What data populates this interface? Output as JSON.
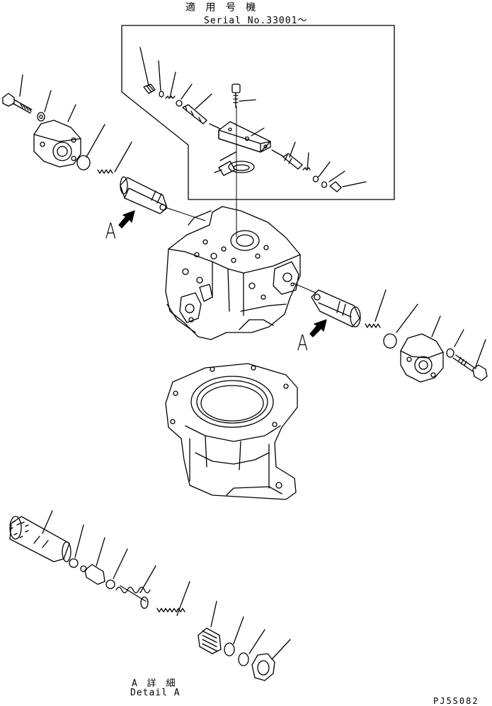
{
  "header": {
    "applicable_jp": "適 用 号 機",
    "serial": "Serial No.33001～"
  },
  "view_labels": {
    "left": "A",
    "right": "A"
  },
  "detail": {
    "jp": "A 詳 細",
    "en": "Detail A"
  },
  "drawing_code": "PJ5S082"
}
